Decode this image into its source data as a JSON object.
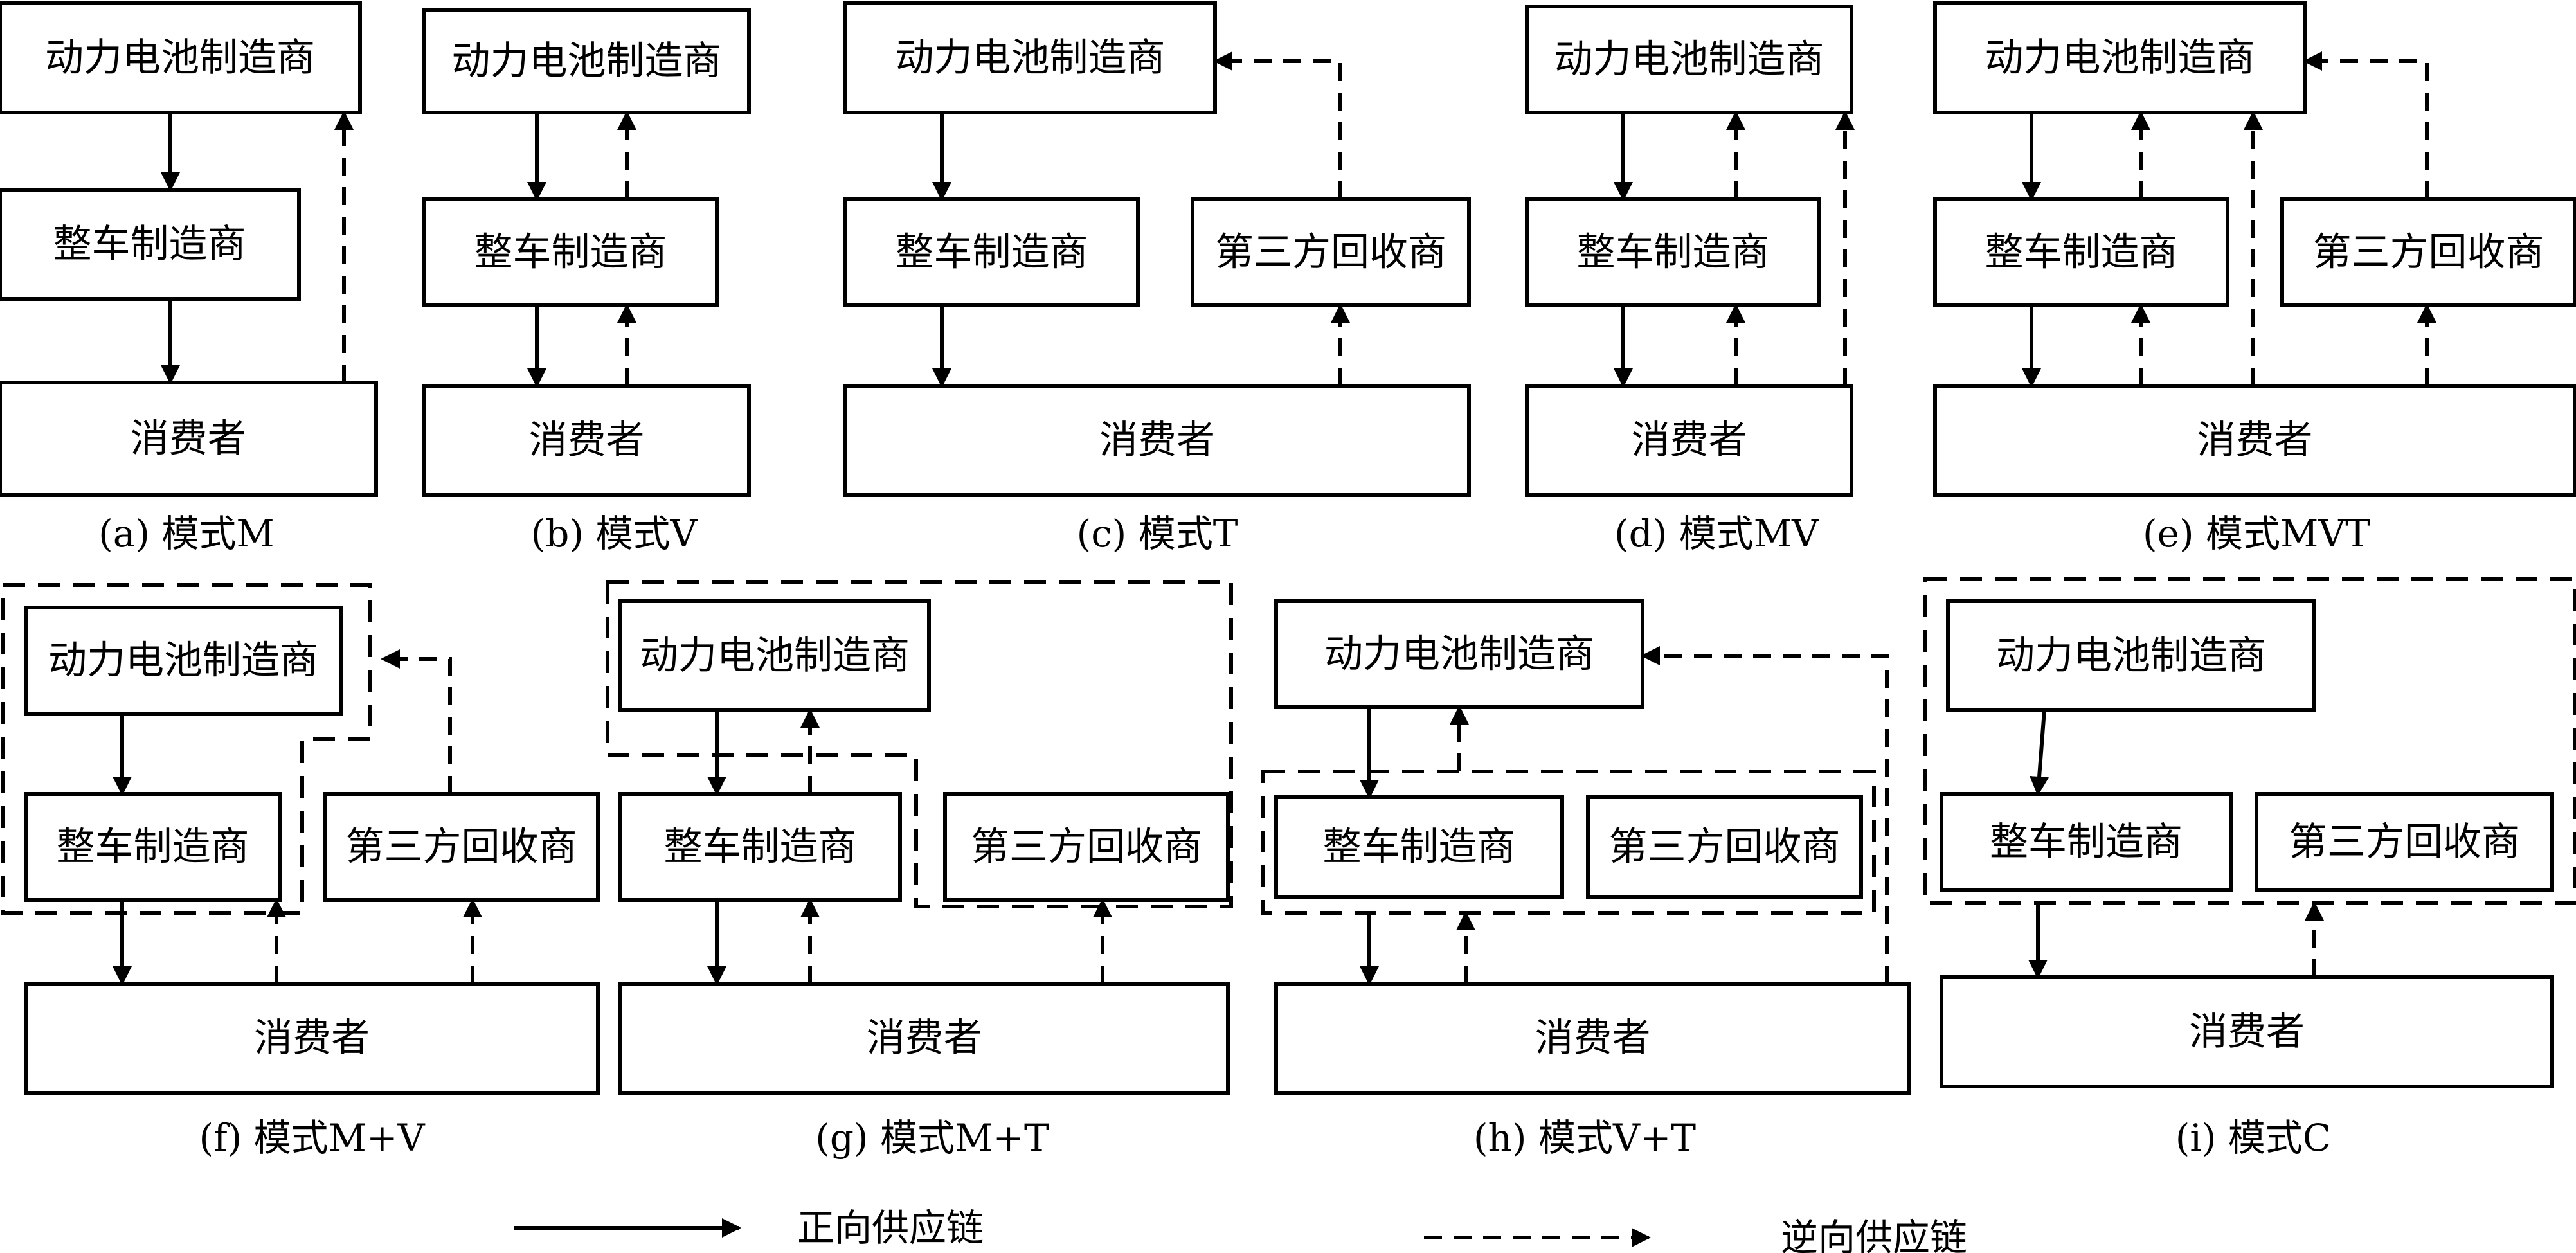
{
  "labels": {
    "battery": "动力电池制造商",
    "vehicle": "整车制造商",
    "consumer": "消费者",
    "third": "第三方回收商"
  },
  "captions": {
    "a": "(a) 模式M",
    "b": "(b) 模式V",
    "c": "(c) 模式T",
    "d": "(d) 模式MV",
    "e": "(e) 模式MVT",
    "f": "(f) 模式M+V",
    "g": "(g) 模式M+T",
    "h": "(h) 模式V+T",
    "i": "(i) 模式C"
  },
  "legend": {
    "forward": "正向供应链",
    "reverse": "逆向供应链"
  }
}
